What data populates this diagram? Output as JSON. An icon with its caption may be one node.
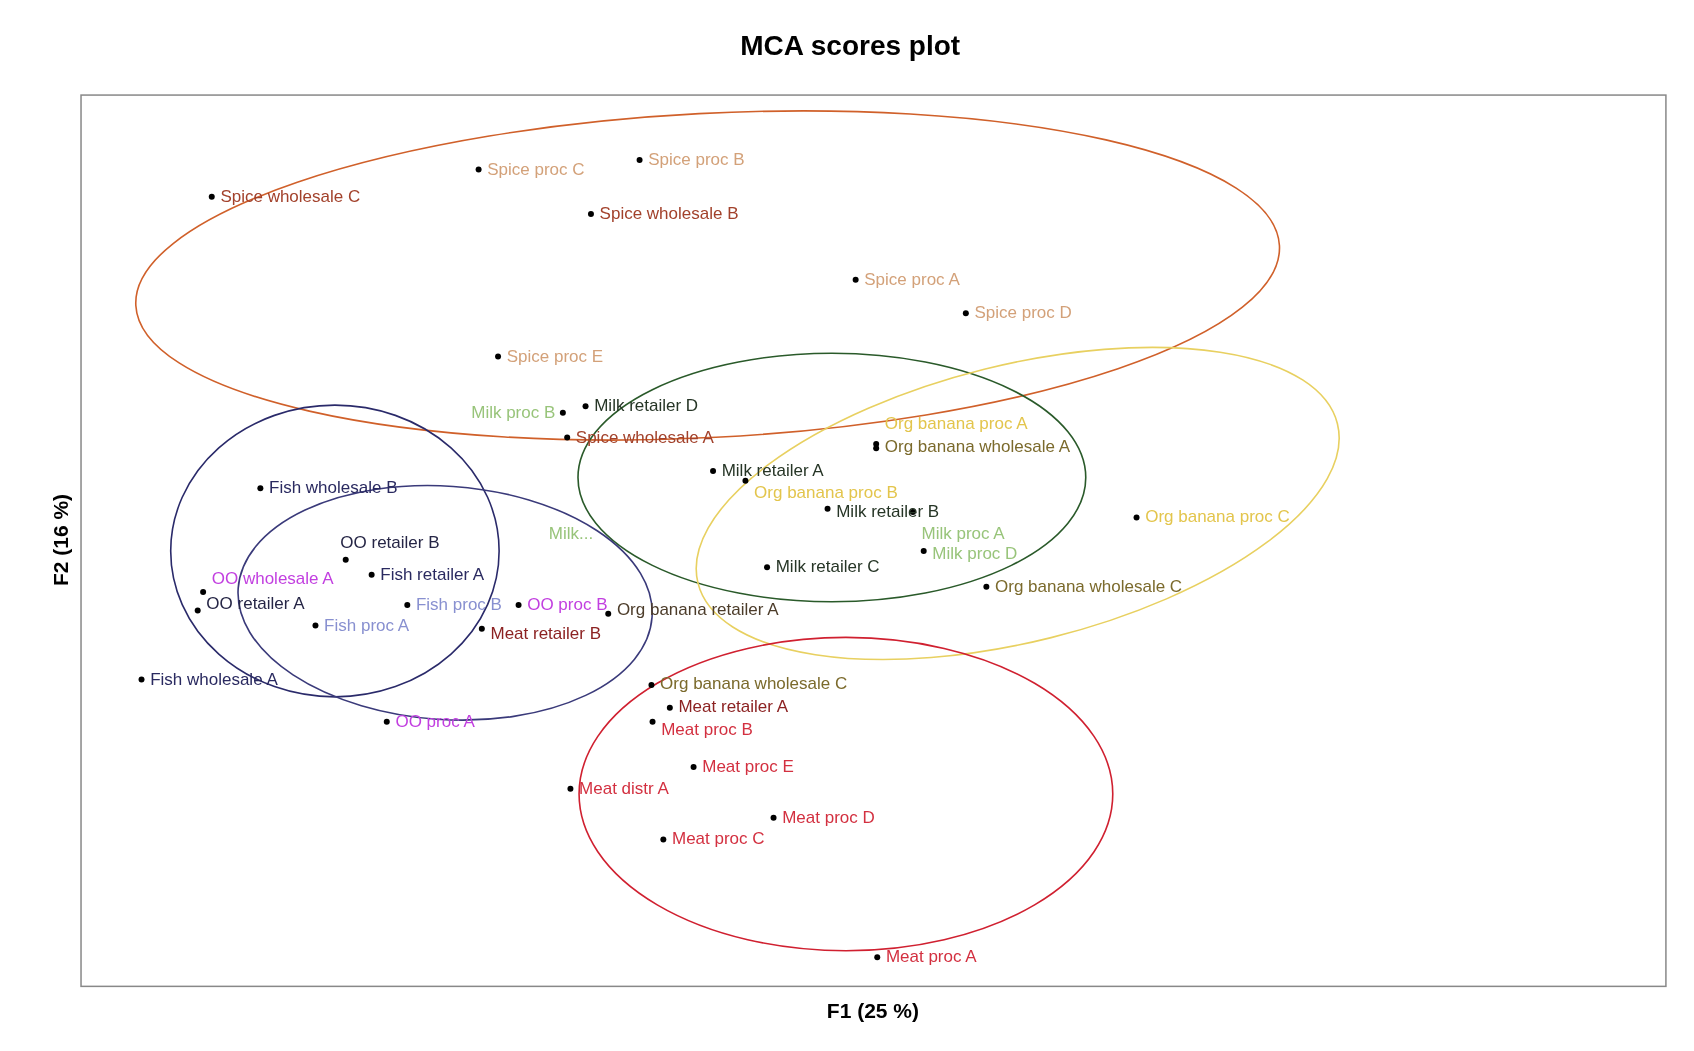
{
  "diagram": {
    "title": "MCA scores plot",
    "labels": [
      "Spice proc B",
      "Spice proc C",
      "Spice wholesale C",
      "Spice wholesale B",
      "Spice proc A",
      "Spice proc D",
      "Spice proc E",
      "Milk retailer D",
      "Milk proc B",
      "Spice wholesale A",
      "Org banana wholesale A",
      "Org banana proc A",
      "Milk retailer A",
      "Org banana proc B",
      "Milk retailer B",
      "Milk proc A",
      "Org banana proc C",
      "Fish wholesale B",
      "Milk...",
      "OO retailer B",
      "Milk proc D",
      "Fish retailer A",
      "Milk retailer C",
      "Org banana wholesale C",
      "OO wholesale A",
      "OO retailer A",
      "Fish proc B",
      "OO proc B",
      "Org banana retailer A",
      "Fish proc A",
      "Meat retailer B",
      "Fish wholesale A",
      "Org banana wholesale C",
      "Meat retailer A",
      "Meat proc B",
      "OO proc A",
      "Meat proc E",
      "Meat distr A",
      "Meat proc D",
      "Meat proc C",
      "Meat proc A",
      "F1 (25 %)",
      "F2 (16 %)"
    ]
  }
}
